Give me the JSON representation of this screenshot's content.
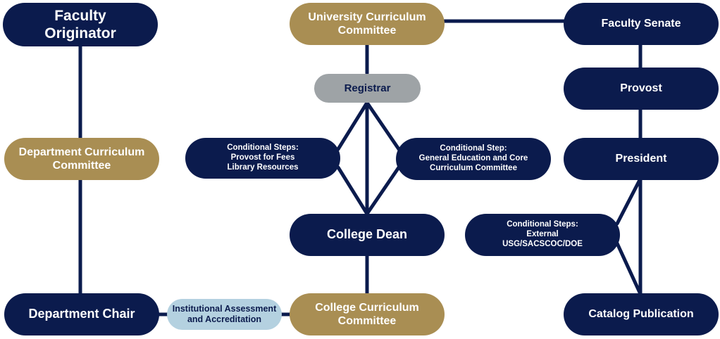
{
  "nodes": {
    "faculty_originator": "Faculty\nOriginator",
    "department_curriculum_committee": "Department Curriculum\nCommittee",
    "department_chair": "Department Chair",
    "institutional_assessment": "Institutional Assessment\nand Accreditation",
    "college_curriculum_committee": "College Curriculum\nCommittee",
    "college_dean": "College Dean",
    "conditional_fees": "Conditional Steps:\nProvost for Fees\nLibrary Resources",
    "conditional_gened": "Conditional Step:\nGeneral Education and Core\nCurriculum Committee",
    "registrar": "Registrar",
    "university_curriculum_committee": "University Curriculum\nCommittee",
    "faculty_senate": "Faculty Senate",
    "provost": "Provost",
    "president": "President",
    "conditional_external": "Conditional Steps:\nExternal\nUSG/SACSCOC/DOE",
    "catalog_publication": "Catalog Publication"
  },
  "colors": {
    "navy": "#0b1b4d",
    "gold": "#a98e53",
    "gray": "#9ea3a6",
    "light_blue": "#b4d1e0",
    "connector": "#0b1b4d"
  }
}
